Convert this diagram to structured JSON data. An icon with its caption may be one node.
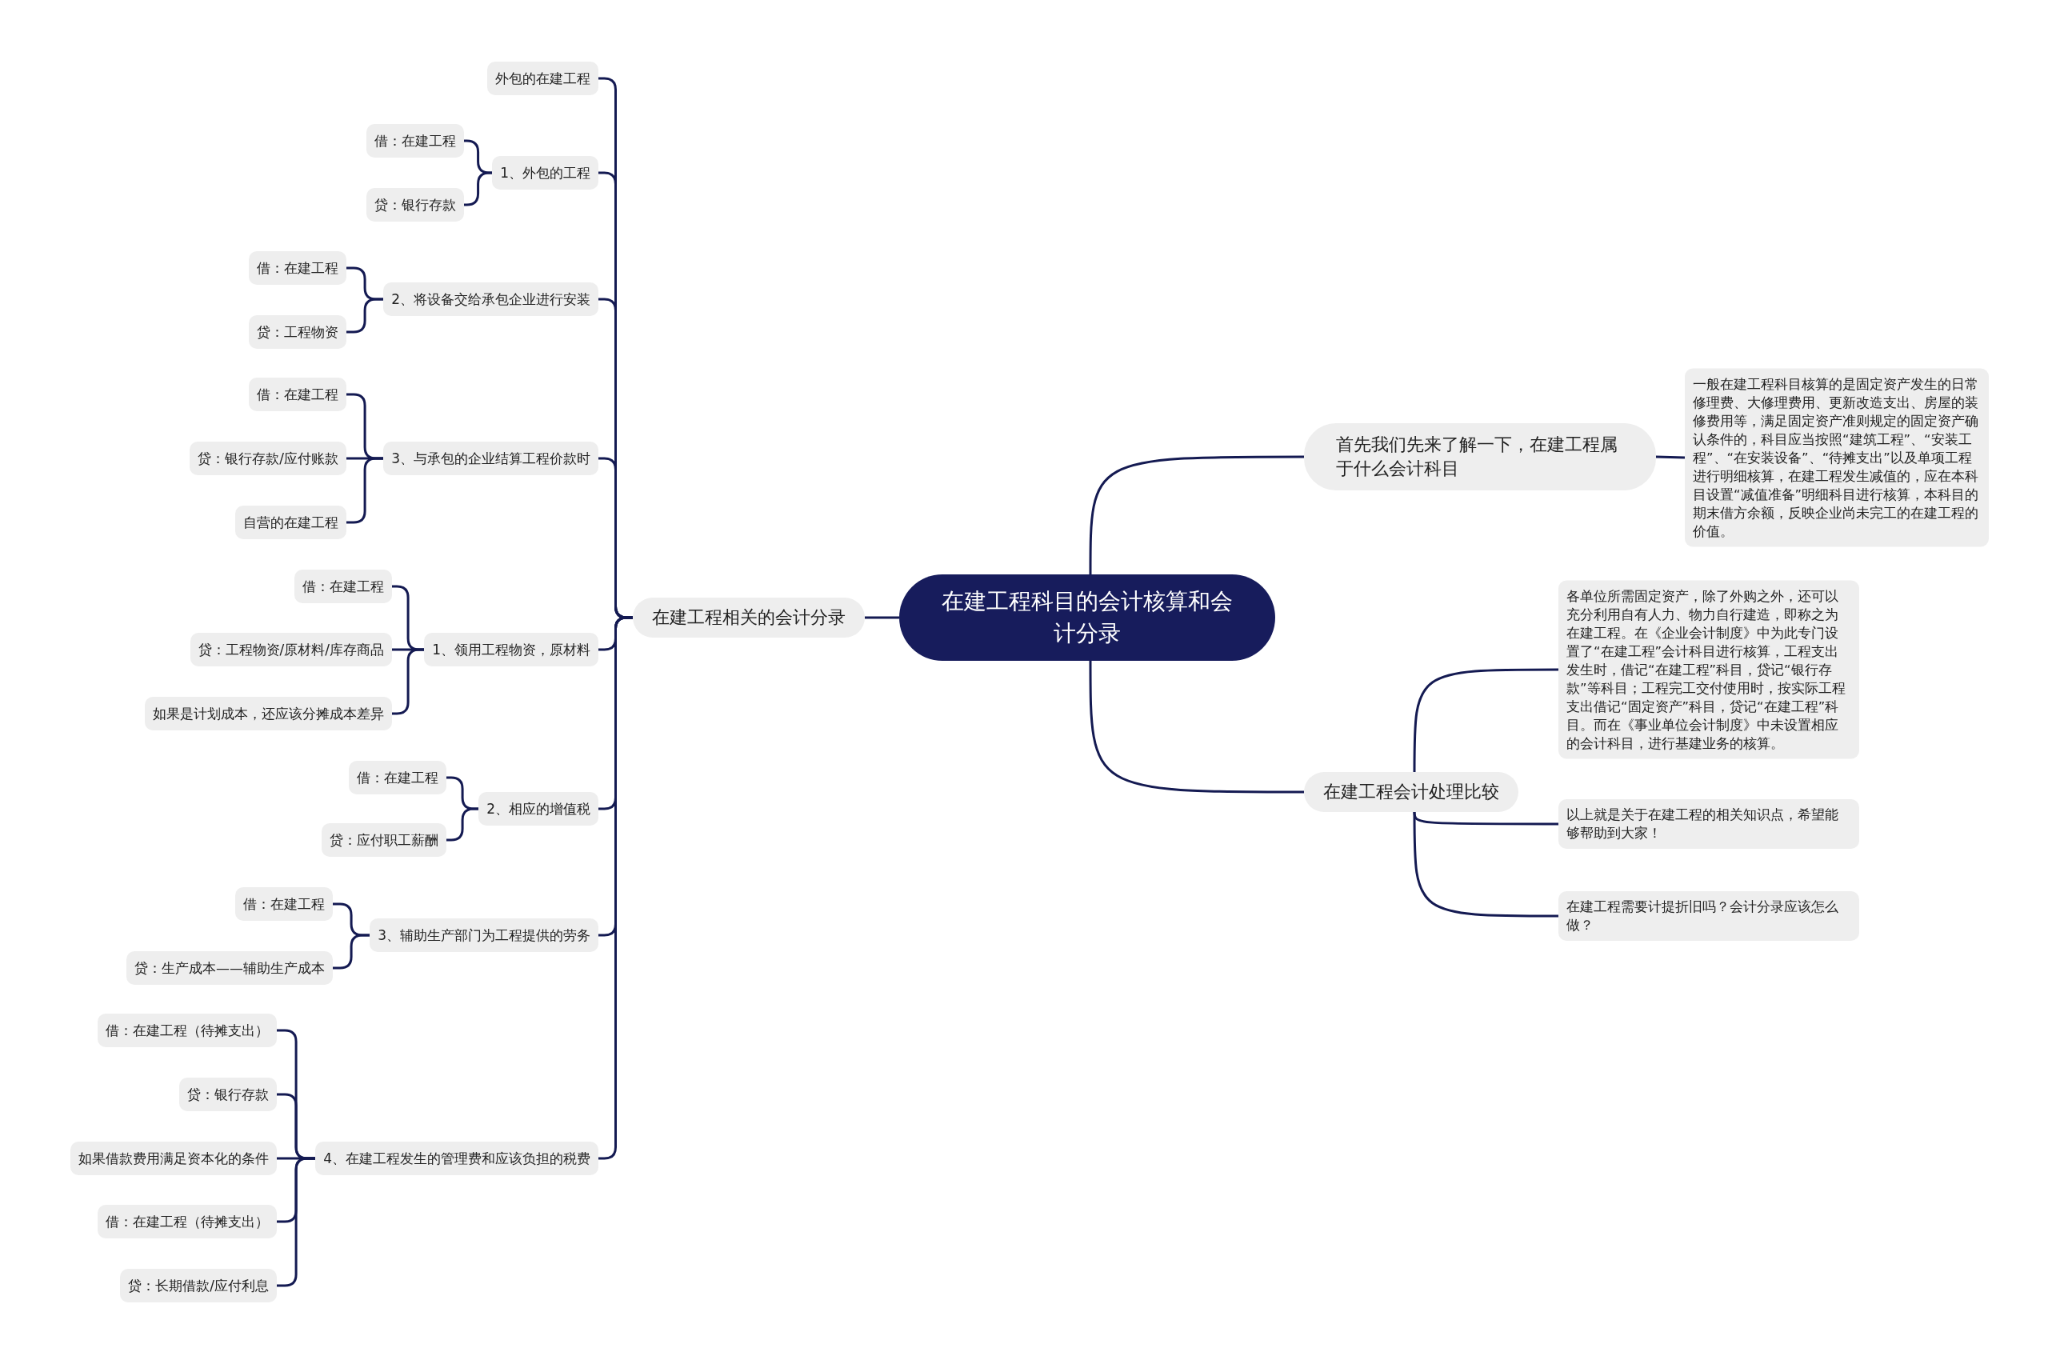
{
  "diagram": {
    "nodes": [
      {
        "text": [
          "在建工程科目的会计核算和会计分录"
        ]
      },
      {
        "text": [
          "在建工程相关的会计分录"
        ]
      },
      {
        "text": [
          "外包的在建工程"
        ]
      },
      {
        "text": [
          "1、外包的工程"
        ]
      },
      {
        "text": [
          "借：在建工程"
        ]
      },
      {
        "text": [
          "贷：银行存款"
        ]
      },
      {
        "text": [
          "2、将设备交给承包企业进行安装"
        ]
      },
      {
        "text": [
          "借：在建工程"
        ]
      },
      {
        "text": [
          "贷：工程物资"
        ]
      },
      {
        "text": [
          "3、与承包的企业结算工程价款时"
        ]
      },
      {
        "text": [
          "借：在建工程"
        ]
      },
      {
        "text": [
          "贷：银行存款/应付账款"
        ]
      },
      {
        "text": [
          "自营的在建工程"
        ]
      },
      {
        "text": [
          "1、领用工程物资，原材料"
        ]
      },
      {
        "text": [
          "借：在建工程"
        ]
      },
      {
        "text": [
          "贷：工程物资/原材料/库存商品"
        ]
      },
      {
        "text": [
          "如果是计划成本，还应该分摊成本差异"
        ]
      },
      {
        "text": [
          "2、相应的增值税"
        ]
      },
      {
        "text": [
          "借：在建工程"
        ]
      },
      {
        "text": [
          "贷：应付职工薪酬"
        ]
      },
      {
        "text": [
          "3、辅助生产部门为工程提供的劳务"
        ]
      },
      {
        "text": [
          "借：在建工程"
        ]
      },
      {
        "text": [
          "贷：生产成本——辅助生产成本"
        ]
      },
      {
        "text": [
          "4、在建工程发生的管理费和应该负担的税费"
        ]
      },
      {
        "text": [
          "借：在建工程（待摊支出）"
        ]
      },
      {
        "text": [
          "贷：银行存款"
        ]
      },
      {
        "text": [
          "如果借款费用满足资本化的条件"
        ]
      },
      {
        "text": [
          "借：在建工程（待摊支出）"
        ]
      },
      {
        "text": [
          "贷：长期借款/应付利息"
        ]
      },
      {
        "text": [
          "首先我们先来了解一下，在建工程属于什么会计科目"
        ]
      },
      {
        "text": [
          "一般在建工程科目核算的是固定资产发生的日常修理费、大修理费用、更新改造支出、房屋的装修费用等，满足固定资产准则规定的固定资产确认条件的，科目应当按照“建筑工程”、“安装工程”、“在安装设备”、“待摊支出”以及单项工程进行明细核算，在建工程发生减值的，应在本科目设置“减值准备”明细科目进行核算，本科目的期末借方余额，反映企业尚未完工的在建工程的价值。"
        ]
      },
      {
        "text": [
          "在建工程会计处理比较"
        ]
      },
      {
        "text": [
          "各单位所需固定资产，除了外购之外，还可以充分利用自有人力、物力自行建造，即称之为在建工程。在《企业会计制度》中为此专门设置了“在建工程”会计科目进行核算，工程支出发生时，借记“在建工程”科目，贷记“银行存款”等科目；工程完工交付使用时，按实际工程支出借记“固定资产”科目，贷记“在建工程”科目。而在《事业单位会计制度》中未设置相应的会计科目，进行基建业务的核算。"
        ]
      },
      {
        "text": [
          "以上就是关于在建工程的相关知识点，希望能够帮助到大家！"
        ]
      },
      {
        "text": [
          "在建工程需要计提折旧吗？会计分录应该怎么做？"
        ]
      }
    ],
    "edges": [
      {
        "from": 0,
        "to": 1,
        "arrow": "none"
      },
      {
        "from": 0,
        "to": 29,
        "arrow": "none"
      },
      {
        "from": 0,
        "to": 31,
        "arrow": "none"
      },
      {
        "from": 1,
        "to": 2,
        "arrow": "none"
      },
      {
        "from": 1,
        "to": 3,
        "arrow": "none"
      },
      {
        "from": 1,
        "to": 6,
        "arrow": "none"
      },
      {
        "from": 1,
        "to": 9,
        "arrow": "none"
      },
      {
        "from": 1,
        "to": 13,
        "arrow": "none"
      },
      {
        "from": 1,
        "to": 17,
        "arrow": "none"
      },
      {
        "from": 1,
        "to": 20,
        "arrow": "none"
      },
      {
        "from": 1,
        "to": 23,
        "arrow": "none"
      },
      {
        "from": 3,
        "to": 4,
        "arrow": "none"
      },
      {
        "from": 3,
        "to": 5,
        "arrow": "none"
      },
      {
        "from": 6,
        "to": 7,
        "arrow": "none"
      },
      {
        "from": 6,
        "to": 8,
        "arrow": "none"
      },
      {
        "from": 9,
        "to": 10,
        "arrow": "none"
      },
      {
        "from": 9,
        "to": 11,
        "arrow": "none"
      },
      {
        "from": 9,
        "to": 12,
        "arrow": "none"
      },
      {
        "from": 13,
        "to": 14,
        "arrow": "none"
      },
      {
        "from": 13,
        "to": 15,
        "arrow": "none"
      },
      {
        "from": 13,
        "to": 16,
        "arrow": "none"
      },
      {
        "from": 17,
        "to": 18,
        "arrow": "none"
      },
      {
        "from": 17,
        "to": 19,
        "arrow": "none"
      },
      {
        "from": 20,
        "to": 21,
        "arrow": "none"
      },
      {
        "from": 20,
        "to": 22,
        "arrow": "none"
      },
      {
        "from": 23,
        "to": 24,
        "arrow": "none"
      },
      {
        "from": 23,
        "to": 25,
        "arrow": "none"
      },
      {
        "from": 23,
        "to": 26,
        "arrow": "none"
      },
      {
        "from": 23,
        "to": 27,
        "arrow": "none"
      },
      {
        "from": 23,
        "to": 28,
        "arrow": "none"
      },
      {
        "from": 29,
        "to": 30,
        "arrow": "none"
      },
      {
        "from": 31,
        "to": 32,
        "arrow": "none"
      },
      {
        "from": 31,
        "to": 33,
        "arrow": "none"
      },
      {
        "from": 31,
        "to": 34,
        "arrow": "none"
      }
    ]
  }
}
